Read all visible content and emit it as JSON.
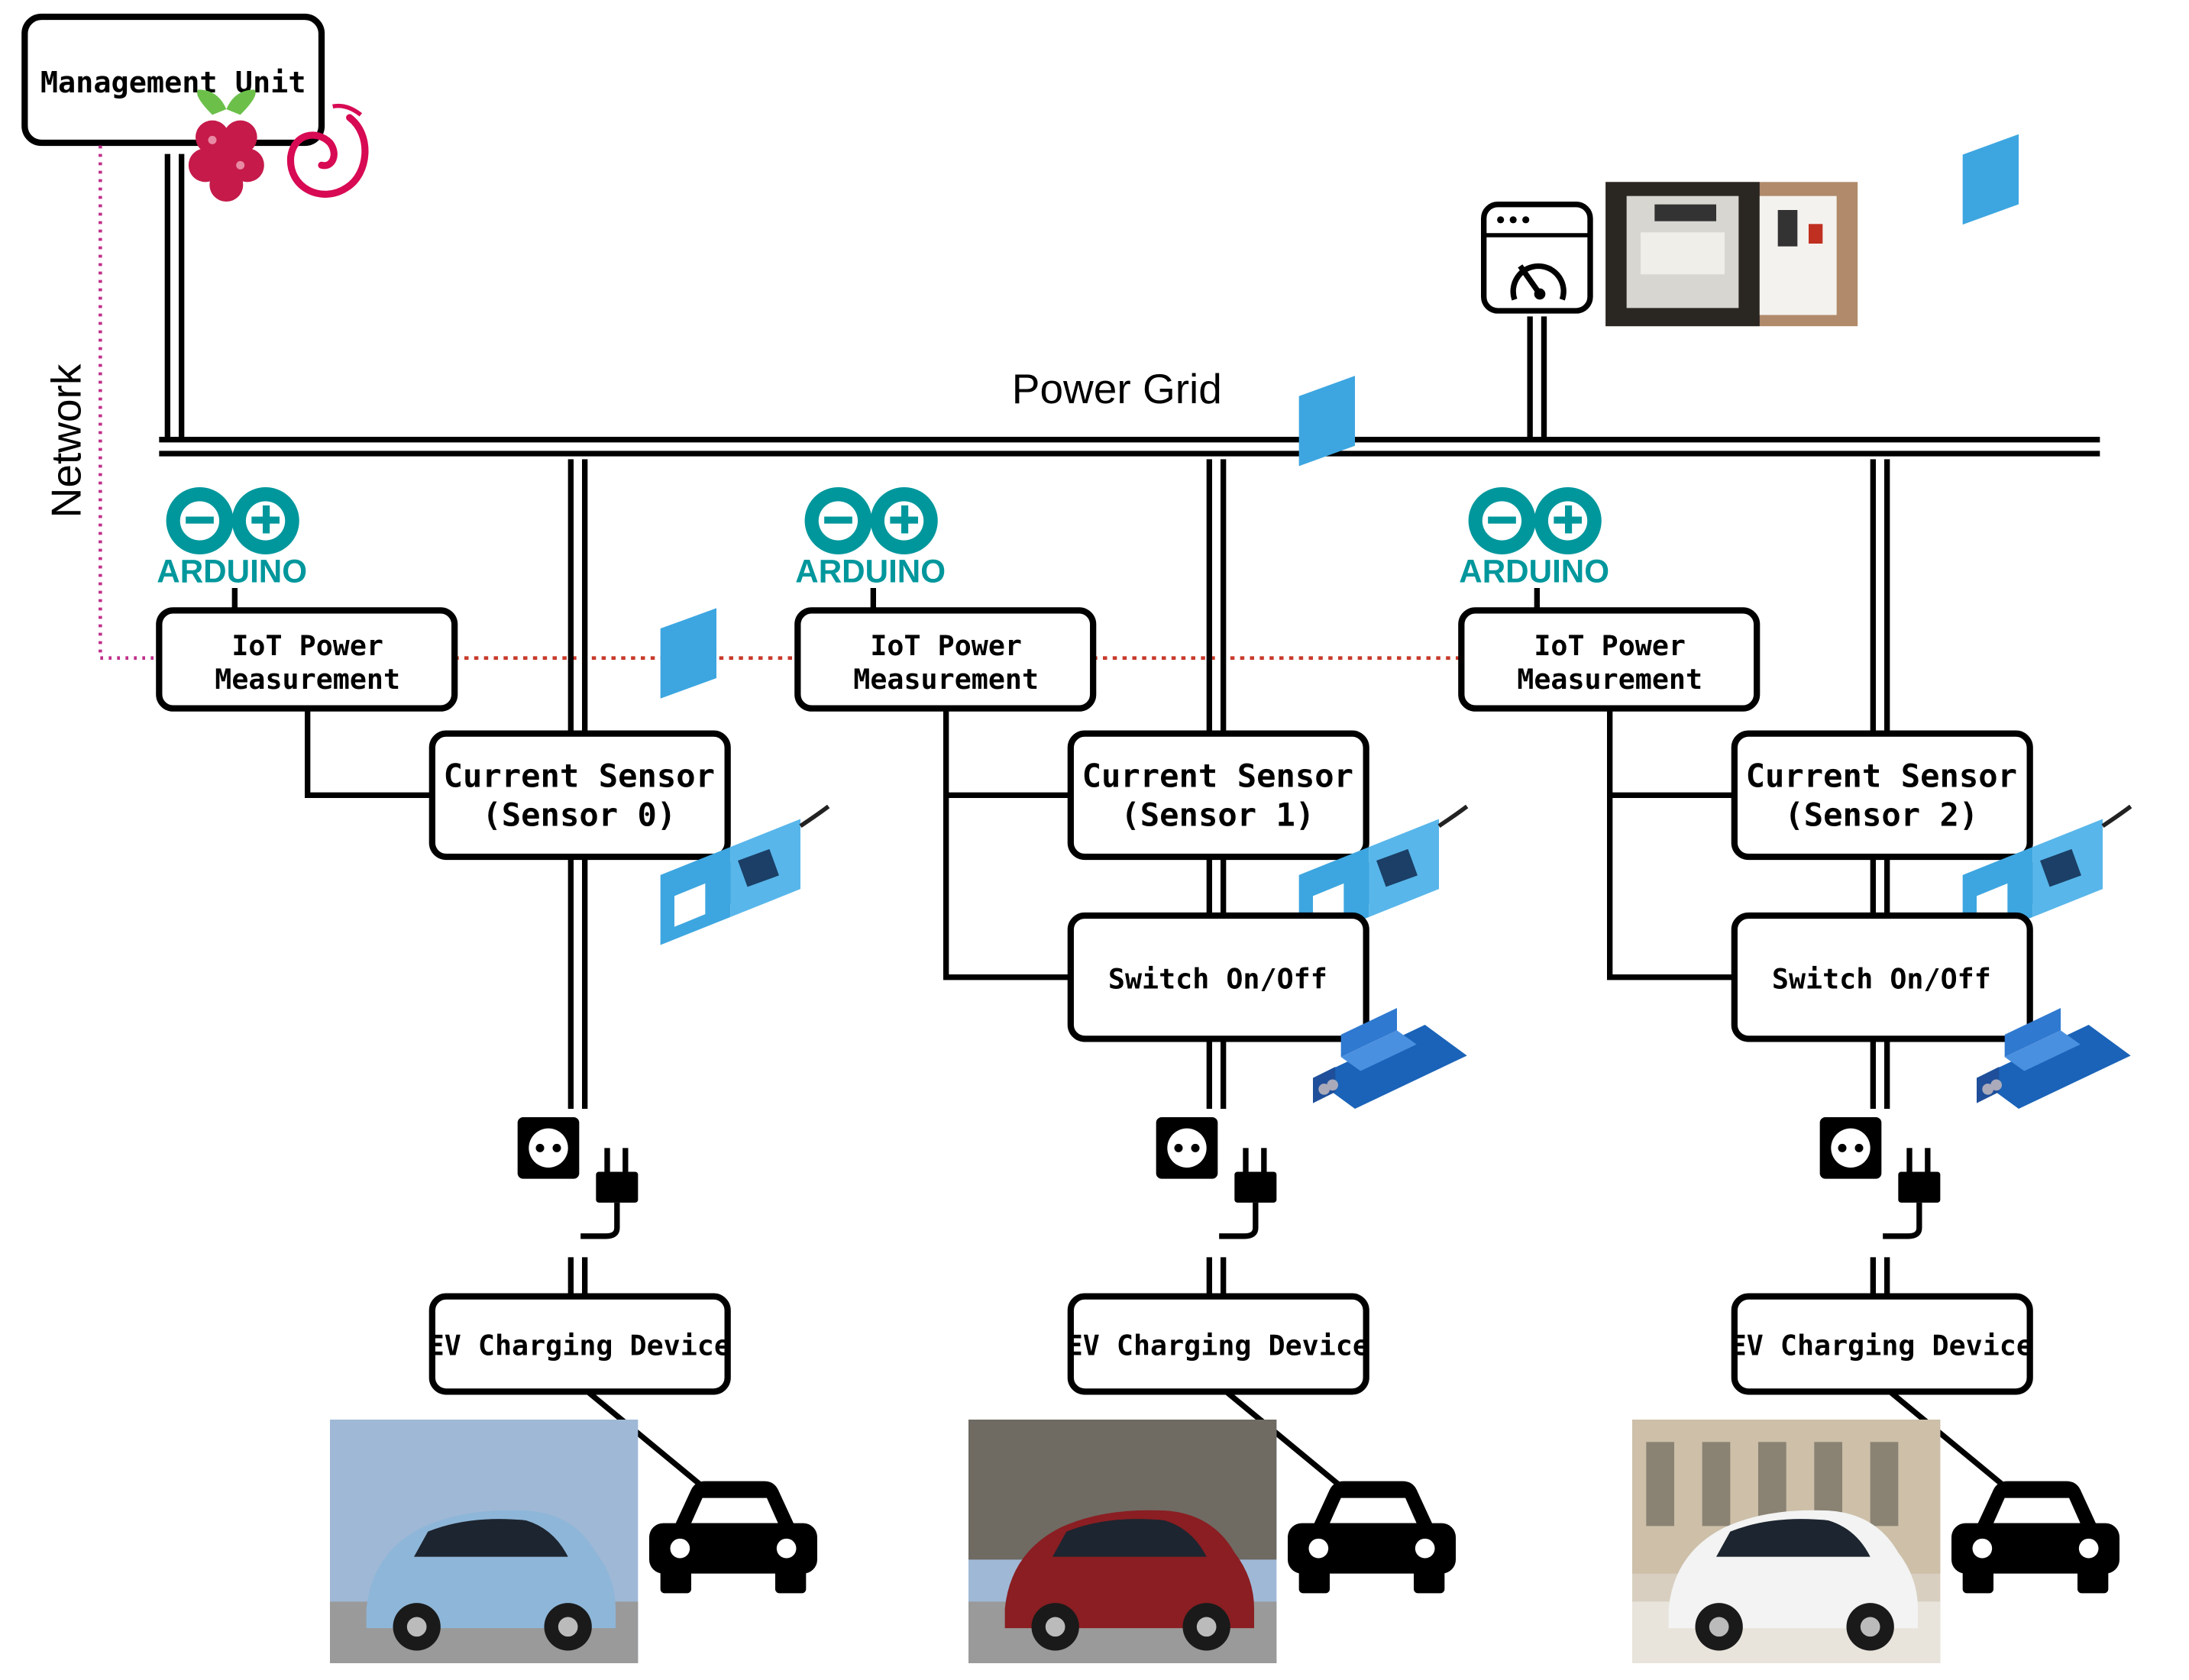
{
  "diagram": {
    "power_grid_label": "Power Grid",
    "network_label": "Network",
    "management_unit": {
      "label": "Management Unit",
      "icons": [
        "raspberry-pi-icon",
        "debian-icon"
      ]
    },
    "power_meter": {
      "icons": [
        "energy-meter-icon",
        "electricity-meter-photo"
      ]
    },
    "arduino_logo_text": "ARDUINO",
    "branches": [
      {
        "iot": [
          "IoT Power",
          "Measurement"
        ],
        "sensor": [
          "Current Sensor",
          "(Sensor 0)"
        ],
        "has_switch": false,
        "switch_label": "",
        "ev_label": "EV Charging Device",
        "car_color": "#8eb6d8"
      },
      {
        "iot": [
          "IoT Power",
          "Measurement"
        ],
        "sensor": [
          "Current Sensor",
          "(Sensor 1)"
        ],
        "has_switch": true,
        "switch_label": "Switch On/Off",
        "ev_label": "EV Charging Device",
        "car_color": "#8a1e22"
      },
      {
        "iot": [
          "IoT Power",
          "Measurement"
        ],
        "sensor": [
          "Current Sensor",
          "(Sensor 2)"
        ],
        "has_switch": true,
        "switch_label": "Switch On/Off",
        "ev_label": "EV Charging Device",
        "car_color": "#f2f3f2"
      }
    ],
    "colors": {
      "arduino": "#00979C",
      "network_line": "#c0308a",
      "iot_network_line": "#c83a2a",
      "sensor_blue": "#3da6e0",
      "relay_blue": "#1a63b8"
    }
  }
}
